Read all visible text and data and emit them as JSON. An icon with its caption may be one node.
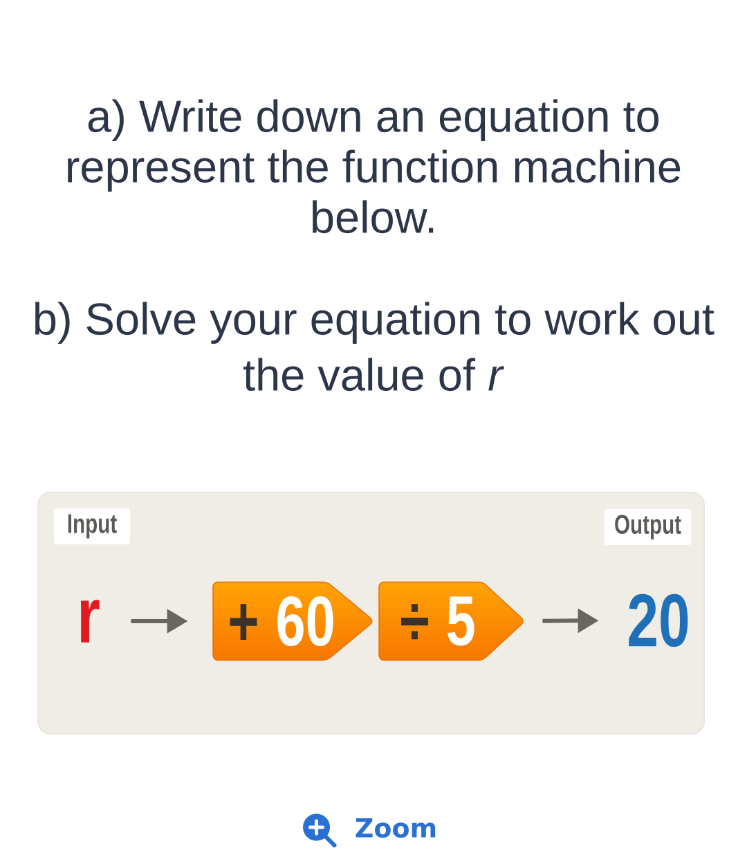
{
  "diagram": {
    "nodes": [
      {
        "text": [],
        "shape": "box"
      },
      {
        "text": [
          "Input"
        ],
        "in": 0
      },
      {
        "text": [
          "Output"
        ],
        "in": 0
      },
      {
        "text": [
          "r"
        ],
        "in": 0
      },
      {
        "text": [
          "+",
          "60"
        ],
        "in": 0
      },
      {
        "text": [
          "÷",
          "5"
        ],
        "in": 0
      },
      {
        "text": [
          "20"
        ],
        "in": 0
      }
    ],
    "edges": [
      {
        "from": 3,
        "to": 4,
        "arrow": "to"
      },
      {
        "from": 5,
        "to": 6,
        "arrow": "to"
      }
    ],
    "labels": [
      "a) Write down an equation to represent the function machine below.",
      "b) Solve your equation to work out the value of *r*",
      "Zoom"
    ]
  }
}
